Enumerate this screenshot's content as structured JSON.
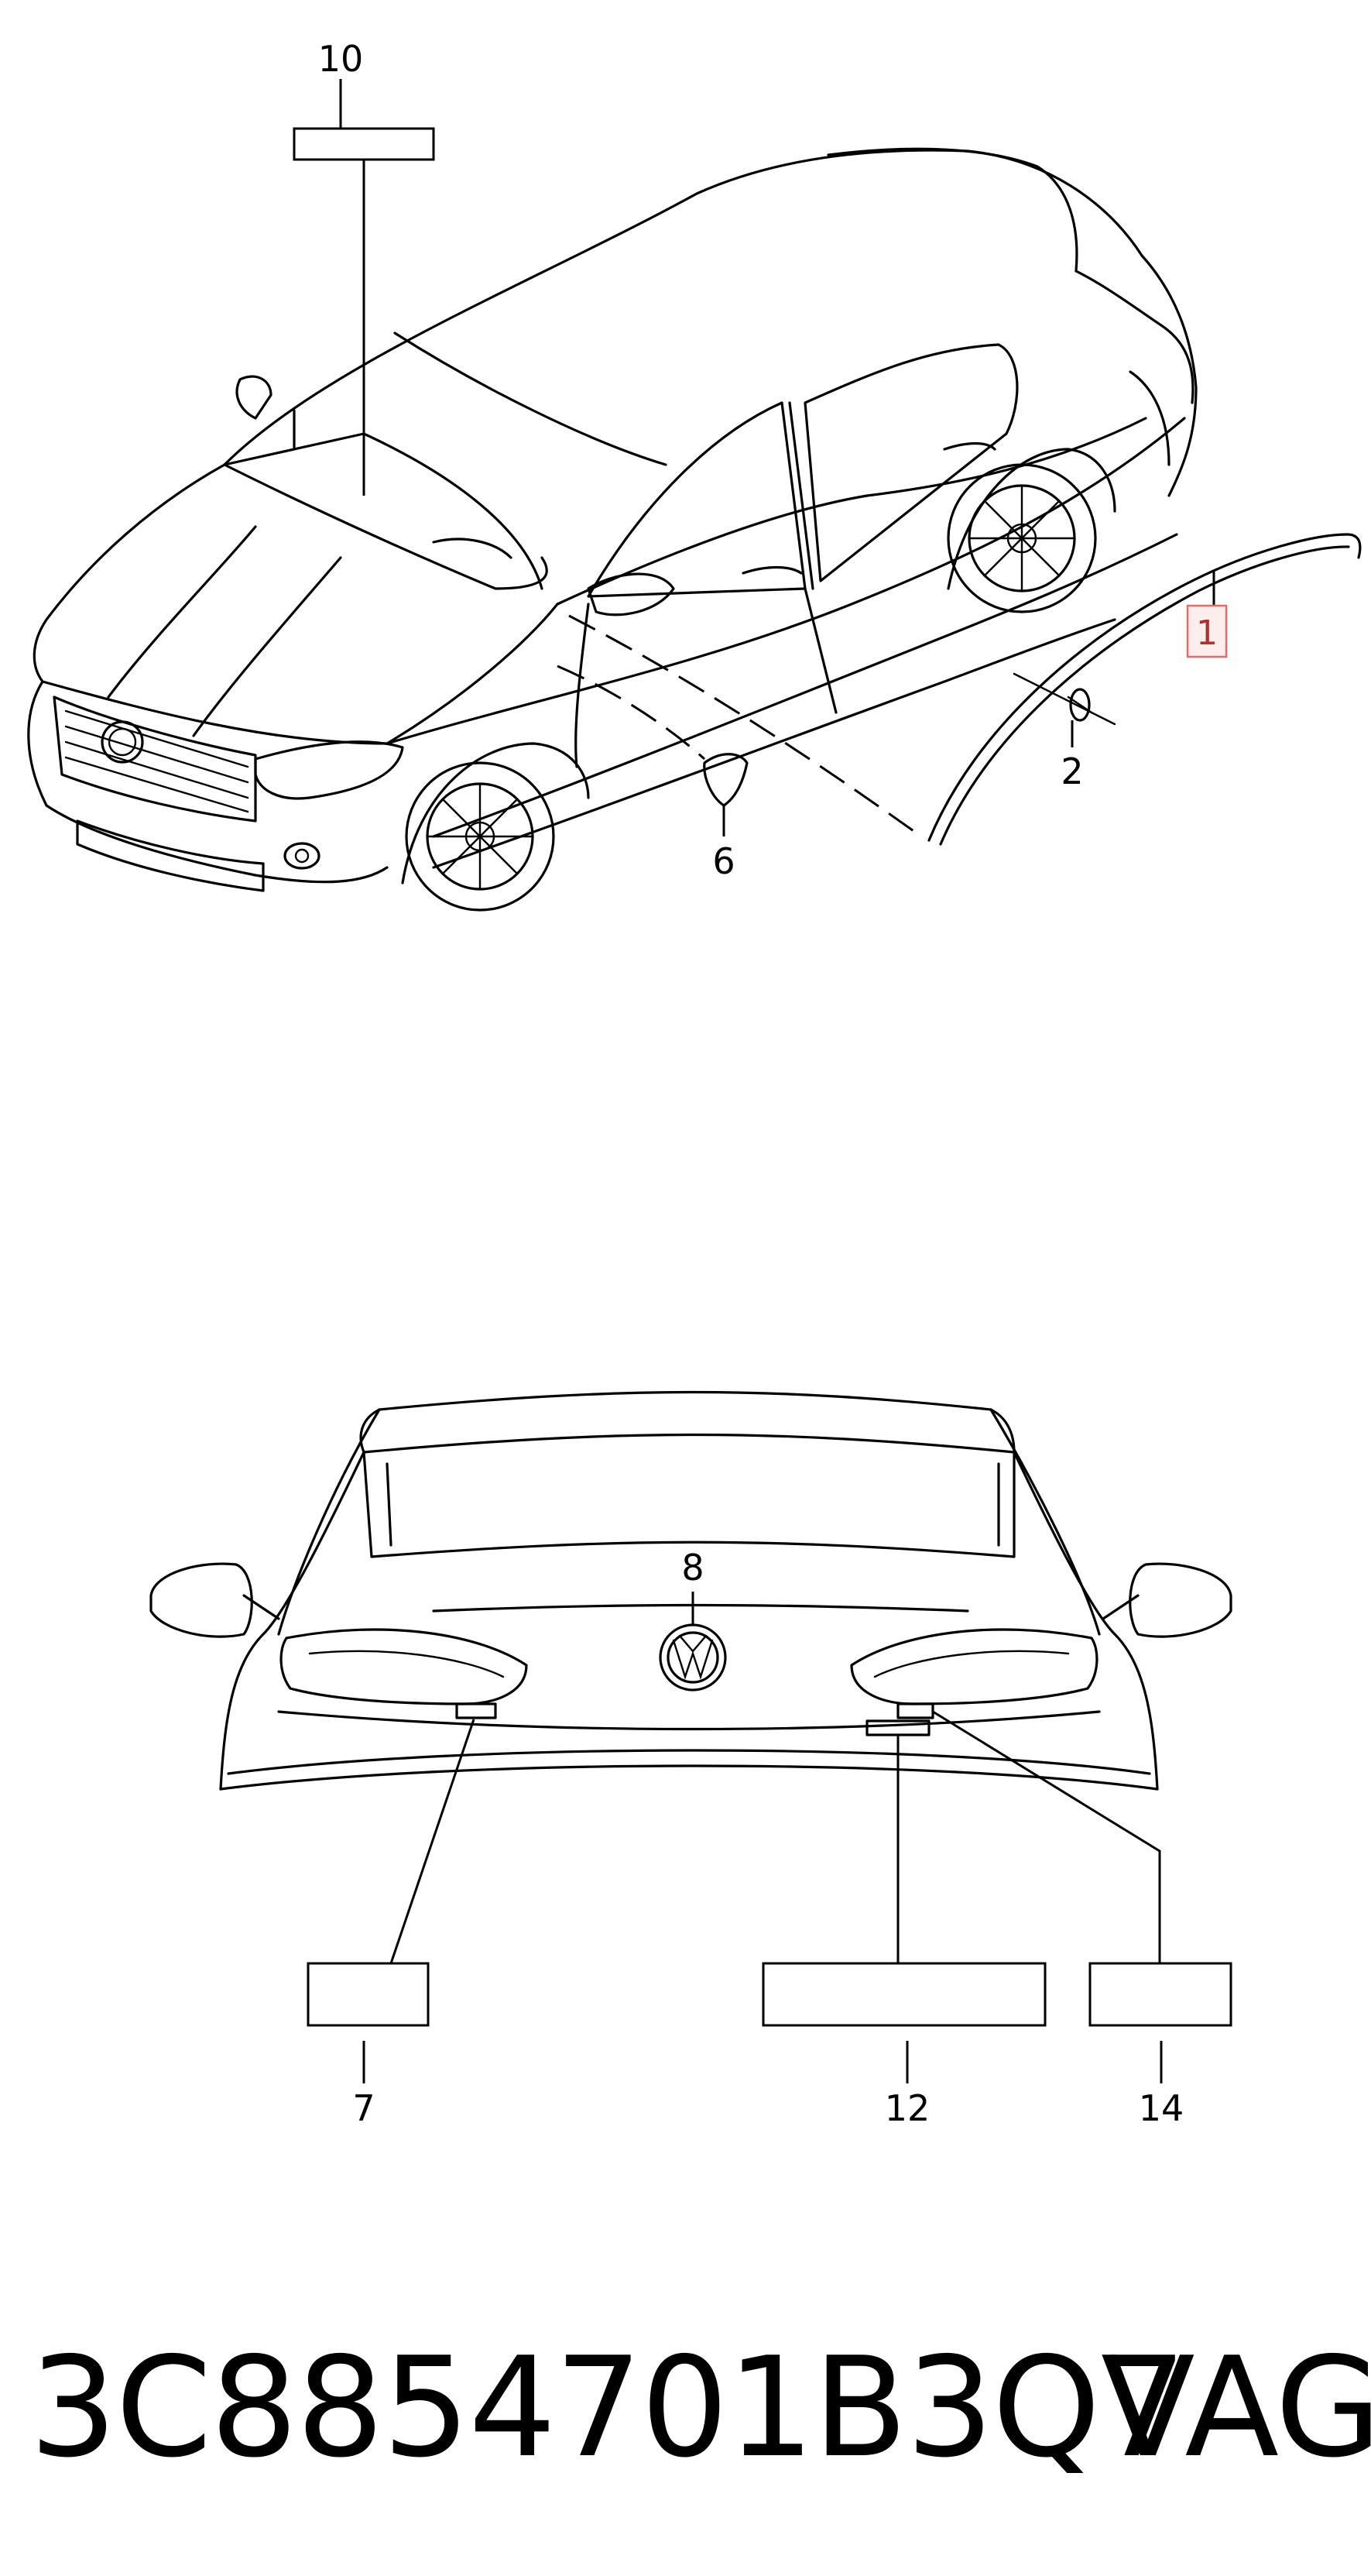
{
  "callouts": {
    "c1": "1",
    "c2": "2",
    "c6": "6",
    "c7": "7",
    "c8": "8",
    "c10": "10",
    "c12": "12",
    "c14": "14"
  },
  "footer": {
    "part_number": "3C8854701B3Q7",
    "brand": "VAG"
  },
  "colors": {
    "line": "#000000",
    "highlight_border": "#e36d6d",
    "highlight_fill": "#fdeeee",
    "highlight_text": "#b03030"
  }
}
